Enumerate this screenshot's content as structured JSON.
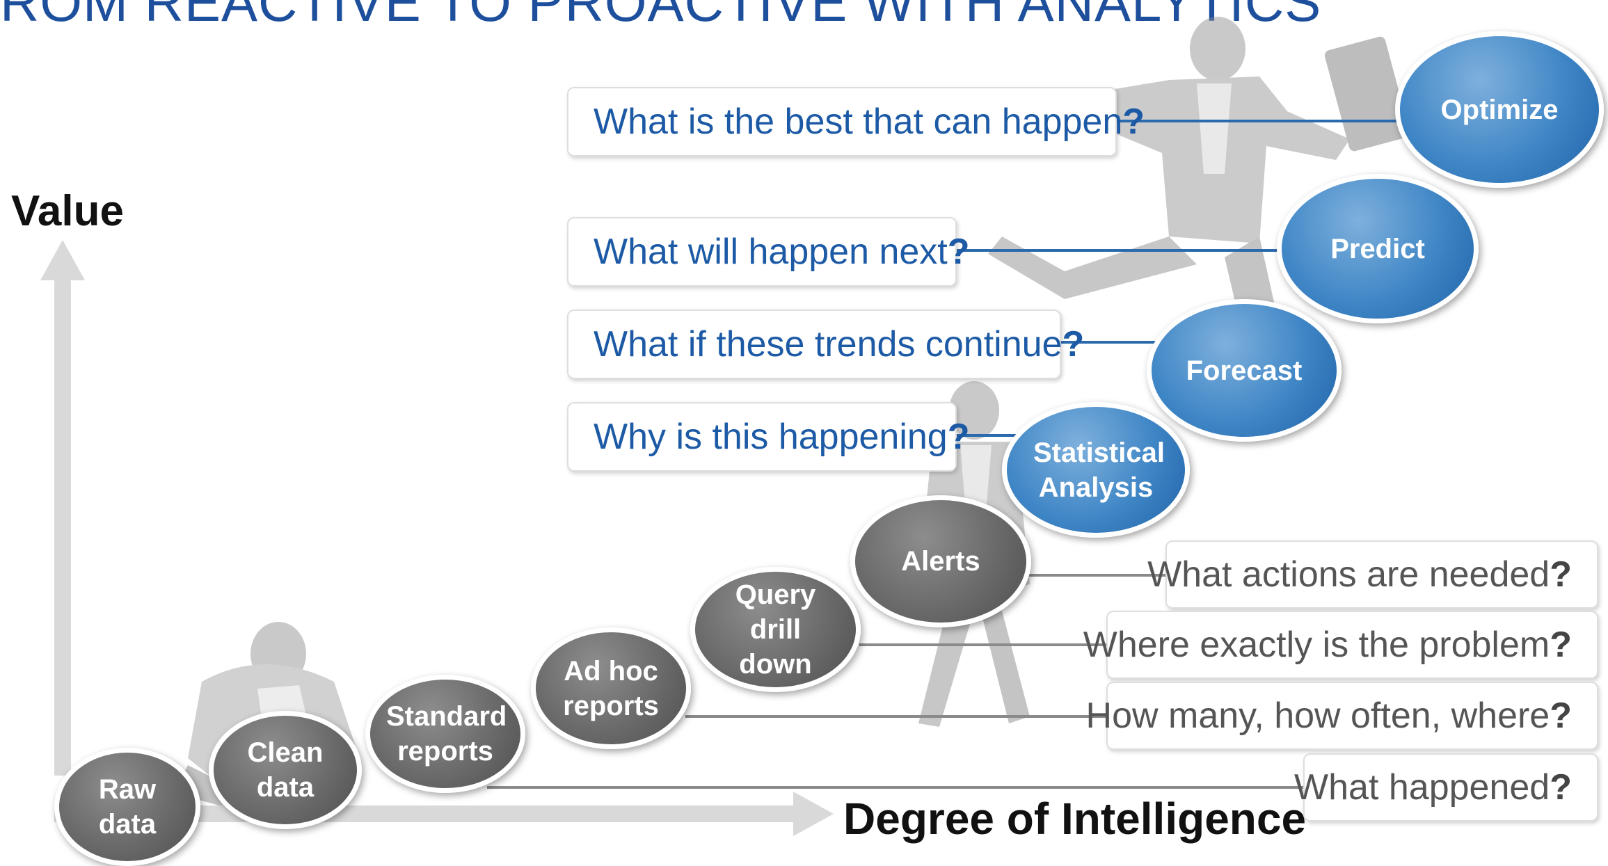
{
  "title": "ROM REACTIVE TO PROACTIVE WITH ANALYTICS",
  "y_axis_label": "Value",
  "x_axis_label": "Degree of Intelligence",
  "colors": {
    "blue_text": "#1d5aa6",
    "blue_circle": "#3f86c6",
    "gray_circle": "#6a6a6a",
    "axis_arrow": "#d9d9d9"
  },
  "stages": [
    {
      "label": "Raw data",
      "tone": "gray"
    },
    {
      "label": "Clean data",
      "tone": "gray"
    },
    {
      "label": "Standard reports",
      "tone": "gray"
    },
    {
      "label": "Ad hoc reports",
      "tone": "gray"
    },
    {
      "label": "Query drill down",
      "tone": "gray"
    },
    {
      "label": "Alerts",
      "tone": "gray"
    },
    {
      "label": "Statistical Analysis",
      "tone": "blue"
    },
    {
      "label": "Forecast",
      "tone": "blue"
    },
    {
      "label": "Predict",
      "tone": "blue"
    },
    {
      "label": "Optimize",
      "tone": "blue"
    }
  ],
  "questions": [
    {
      "text": "What is the best that can happen",
      "mark": "?",
      "stage": "Optimize"
    },
    {
      "text": "What will happen next",
      "mark": "?",
      "stage": "Predict"
    },
    {
      "text": "What if these trends continue",
      "mark": "?",
      "stage": "Forecast"
    },
    {
      "text": "Why is this happening",
      "mark": "?",
      "stage": "Statistical Analysis"
    },
    {
      "text": "What actions are needed",
      "mark": "?",
      "stage": "Alerts"
    },
    {
      "text": "Where exactly is the problem",
      "mark": "?",
      "stage": "Query drill down"
    },
    {
      "text": "How many, how often, where",
      "mark": "?",
      "stage": "Ad hoc reports"
    },
    {
      "text": "What happened",
      "mark": "?",
      "stage": "Standard reports"
    }
  ]
}
